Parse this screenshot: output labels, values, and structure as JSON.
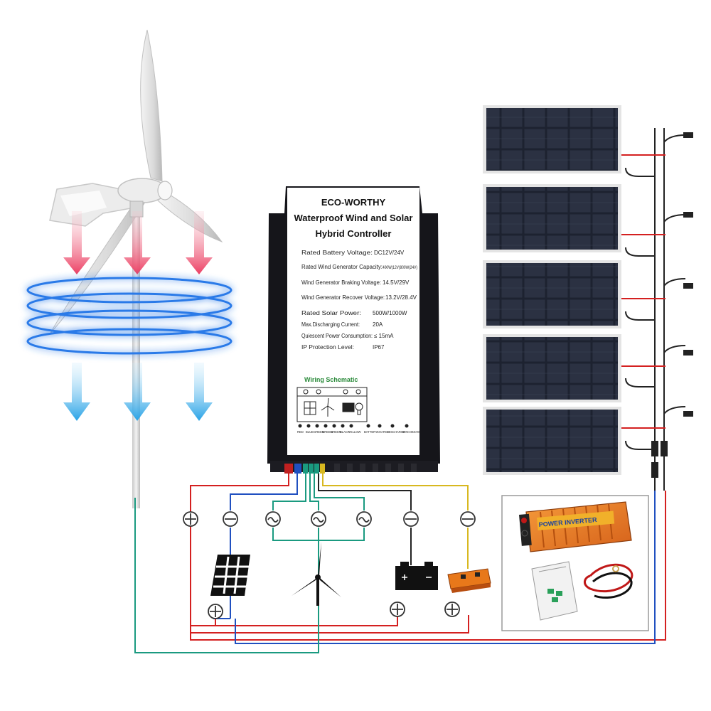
{
  "controller": {
    "brand": "ECO-WORTHY",
    "title_line1": "Waterproof Wind and Solar",
    "title_line2": "Hybrid Controller",
    "specs": [
      {
        "label": "Rated Battery Voltage:",
        "value": "DC12V/24V"
      },
      {
        "label": "Rated Wind Generator Capacity:",
        "value": "400W(12V)800W(24V)"
      },
      {
        "label": "Wind Generator Braking Voltage:",
        "value": "14.5V/29V"
      },
      {
        "label": "Wind Generator Recover Voltage:",
        "value": "13.2V/28.4V"
      },
      {
        "label": "Rated Solar Power:",
        "value": "500W/1000W"
      },
      {
        "label": "Max.Discharging Current:",
        "value": "20A"
      },
      {
        "label": "Quiescent Power Consumption:",
        "value": "≤ 15mA"
      },
      {
        "label": "IP Protection Level:",
        "value": "IP67"
      }
    ],
    "schematic_title": "Wiring Schematic",
    "terminal_labels": [
      "RED",
      "BLUE",
      "GREEN",
      "GREEN",
      "GREEN",
      "BLACK",
      "YELLOW"
    ],
    "port_labels": [
      "BATTERY",
      "CHARGE",
      "DISCHARGE",
      "INFRARED COMMUNICATION"
    ]
  },
  "inverter": {
    "label": "POWER INVERTER"
  },
  "colors": {
    "red_wire": "#d42020",
    "blue_wire": "#2050c0",
    "green_wire": "#1a9a80",
    "yellow_wire": "#d8b820",
    "controller_body": "#15151a",
    "arrow_pink": "#ee4e6c",
    "arrow_cyan": "#30a8e8",
    "ring_blue": "#2a7ae8",
    "inverter_orange": "#e8781a"
  },
  "icons": [
    "wind-turbine-icon",
    "solar-panel-icon",
    "battery-icon",
    "inverter-icon",
    "bulb-icon",
    "plus-terminal-icon",
    "minus-terminal-icon",
    "ac-terminal-icon"
  ]
}
